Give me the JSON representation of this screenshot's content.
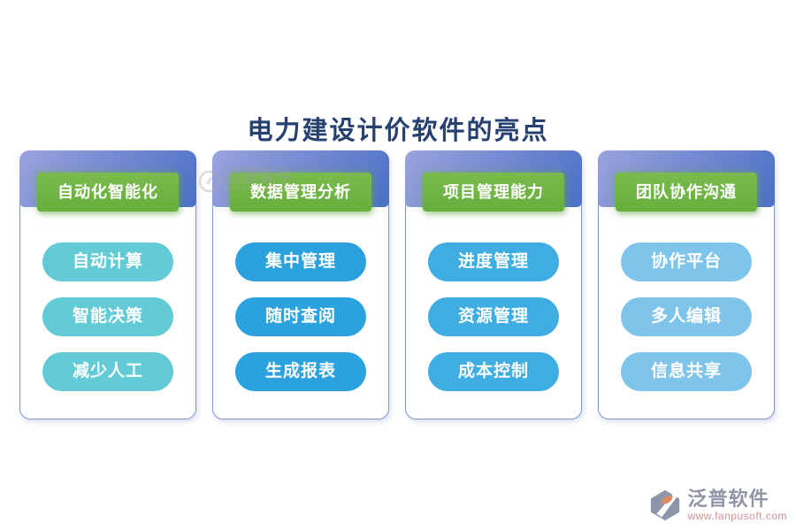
{
  "title": "电力建设计价软件的亮点",
  "cards": [
    {
      "header": "自动化智能化",
      "items": [
        "自动计算",
        "智能决策",
        "减少人工"
      ],
      "pill_color": "#63cbd5"
    },
    {
      "header": "数据管理分析",
      "items": [
        "集中管理",
        "随时查阅",
        "生成报表"
      ],
      "pill_color": "#2ba1de"
    },
    {
      "header": "项目管理能力",
      "items": [
        "进度管理",
        "资源管理",
        "成本控制"
      ],
      "pill_color": "#3fadе2",
      "pill_color_fix": "#3fade2"
    },
    {
      "header": "团队协作沟通",
      "items": [
        "协作平台",
        "多人编辑",
        "信息共享"
      ],
      "pill_color": "#7fc5eb"
    }
  ],
  "watermark": {
    "name": "泛普软件",
    "sub": "FANPU SOFTWARE"
  },
  "footer": {
    "brand": "泛普软件",
    "url": "www.fanpusoft.com"
  },
  "colors": {
    "title_text": "#26406f",
    "card_border": "#7d97d6",
    "band_gradient_start": "#9aa4dd",
    "band_gradient_end": "#4a70c6",
    "label_green": "#6eb43e",
    "pill_text": "#ffffff",
    "footer_name": "#8f95a5",
    "footer_url": "#cf9195"
  }
}
